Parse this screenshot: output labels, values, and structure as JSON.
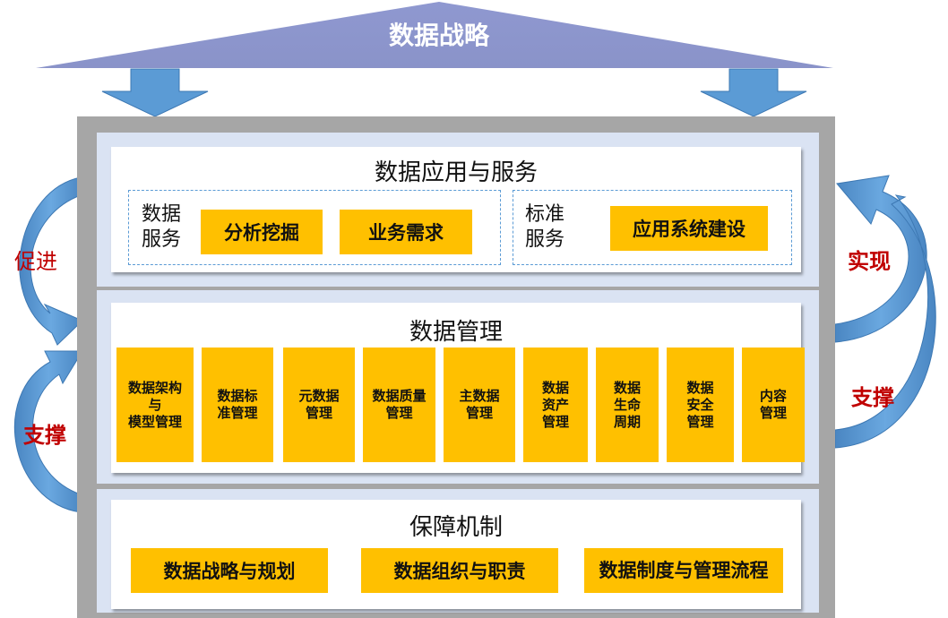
{
  "strategy": {
    "title": "数据战略"
  },
  "application": {
    "title": "数据应用与服务",
    "data_service": {
      "label": "数据\n服务",
      "items": [
        "分析挖掘",
        "业务需求"
      ]
    },
    "standard_service": {
      "label": "标准\n服务",
      "items": [
        "应用系统建设"
      ]
    }
  },
  "management": {
    "title": "数据管理",
    "items": [
      "数据架构\n与\n模型管理",
      "数据标准管理",
      "元数据管理",
      "数据质量管理",
      "主数据管理",
      "数据资产管理",
      "数据生命周期",
      "数据安全管理",
      "内容管理"
    ]
  },
  "assurance": {
    "title": "保障机制",
    "items": [
      "数据战略与规划",
      "数据组织与职责",
      "数据制度与管理流程"
    ]
  },
  "side_labels": {
    "promote": "促进",
    "support_left": "支撑",
    "realize": "实现",
    "support_right": "支撑"
  },
  "colors": {
    "roof": "#8e97cf",
    "arrow": "#5b9bd5",
    "frame": "#a6a6a6",
    "panel": "#dae3f3",
    "yellow": "#ffc000",
    "red_label": "#c00000"
  }
}
